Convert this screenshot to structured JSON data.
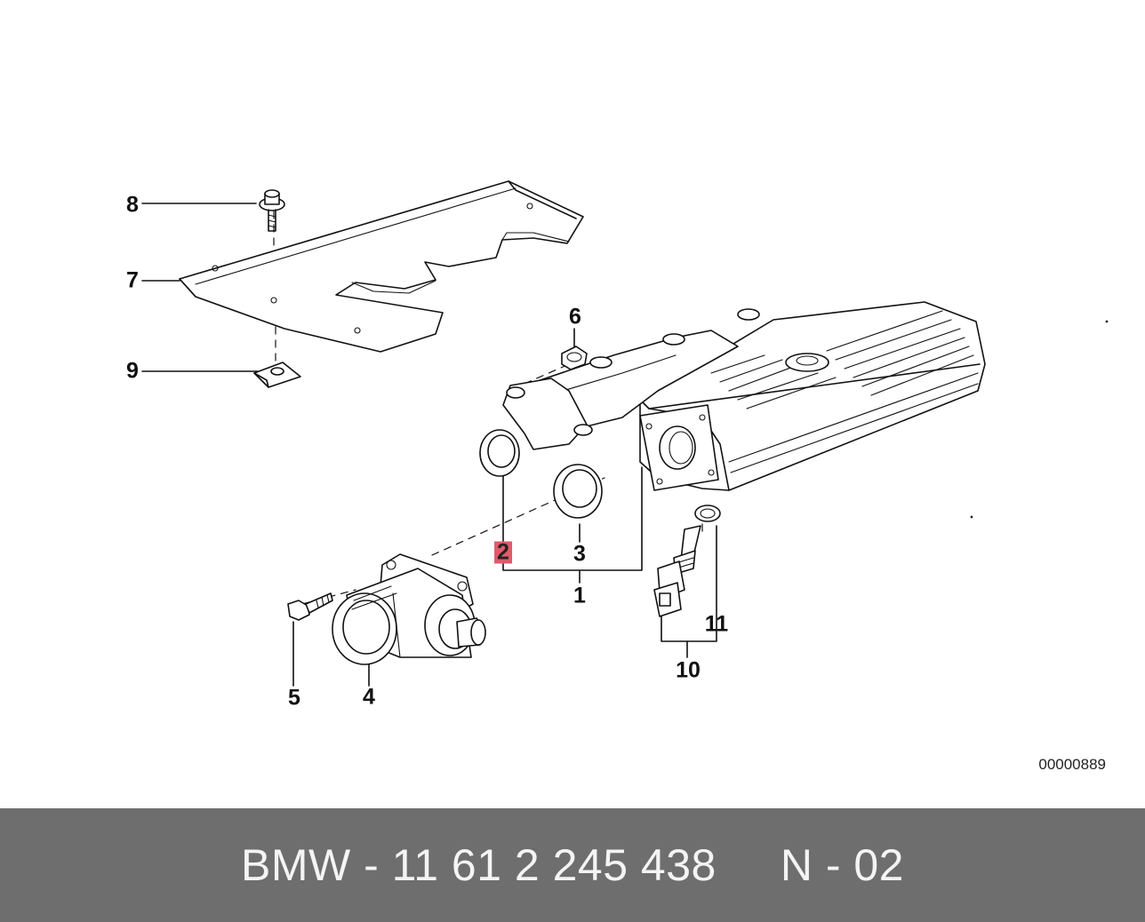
{
  "callouts": {
    "c1": "1",
    "c2": "2",
    "c3": "3",
    "c4": "4",
    "c5": "5",
    "c6": "6",
    "c7": "7",
    "c8": "8",
    "c9": "9",
    "c10": "10",
    "c11": "11"
  },
  "diagram_id": "00000889",
  "footer": {
    "part_number": "BMW - 11 61 2 245 438",
    "position": "N - 02"
  },
  "highlight_color": "#e05a6a",
  "footer_bg": "#6e6e6e"
}
